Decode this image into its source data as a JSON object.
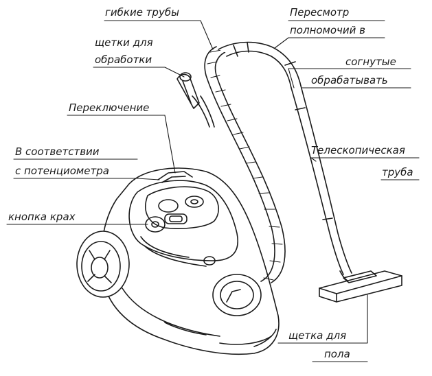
{
  "labels": {
    "flexible_tubes": "гибкие трубы",
    "review_line1": "Пересмотр",
    "review_line2": "полномочий в",
    "brushes_line1": "щетки для",
    "brushes_line2": "обработки",
    "bent_line1": "согнутые",
    "bent_line2": "обрабатывать",
    "switching": "Переключение",
    "accordance_line1": "В соответствии",
    "accordance_line2": "с потенциометра",
    "telescopic_line1": "Телескопическая",
    "telescopic_line2": "труба",
    "crash_button": "кнопка крах",
    "floor_brush_line1": "щетка для",
    "floor_brush_line2": "пола"
  },
  "colors": {
    "line": "#1a1a1a",
    "fill": "#ffffff",
    "shade": "#d6d6d6"
  }
}
